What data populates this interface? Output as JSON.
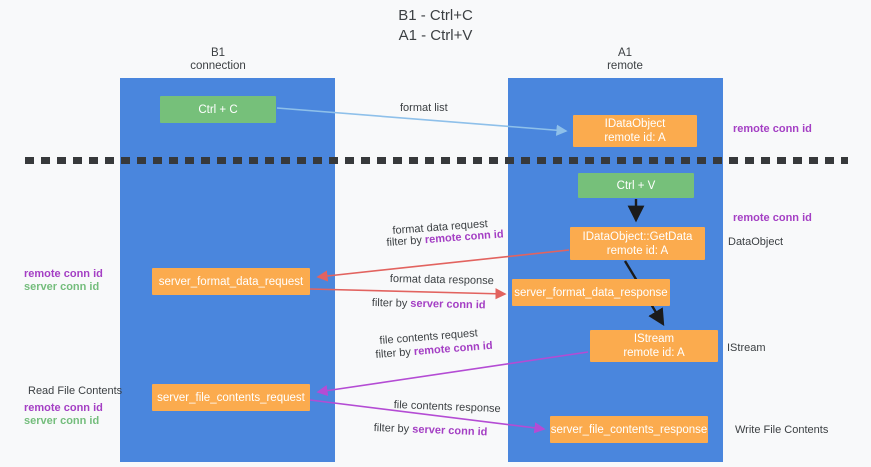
{
  "title": "B1 - Ctrl+C\nA1 - Ctrl+V",
  "columns": {
    "left": {
      "header": "B1\nconnection"
    },
    "right": {
      "header": "A1\nremote"
    }
  },
  "nodes": {
    "ctrl_c": "Ctrl + C",
    "idataobject": "IDataObject\nremote id: A",
    "ctrl_v": "Ctrl + V",
    "getdata": "IDataObject::GetData\nremote id: A",
    "server_format_data_request": "server_format_data_request",
    "server_format_data_response": "server_format_data_response",
    "istream": "IStream\nremote id: A",
    "server_file_contents_request": "server_file_contents_request",
    "server_file_contents_response": "server_file_contents_response"
  },
  "side_labels": {
    "remote_conn_id_top": "remote conn id",
    "remote_conn_id_mid": "remote conn id",
    "dataobject": "DataObject",
    "istream": "IStream",
    "write_file_contents": "Write File Contents",
    "read_file_contents": "Read File Contents"
  },
  "legend": {
    "remote_conn_id": "remote conn id",
    "server_conn_id": "server conn id"
  },
  "edge_labels": {
    "format_list": "format list",
    "format_data_request": "format data request",
    "format_data_request_filter_prefix": "filter by ",
    "format_data_request_filter_value": "remote conn id",
    "format_data_response": "format data response",
    "format_data_response_filter_prefix": "filter by ",
    "format_data_response_filter_value": "server conn id",
    "file_contents_request": "file contents request",
    "file_contents_request_filter_prefix": "filter by ",
    "file_contents_request_filter_value": "remote conn id",
    "file_contents_response": "file contents response",
    "file_contents_response_filter_prefix": "filter by ",
    "file_contents_response_filter_value": "server conn id"
  },
  "colors": {
    "lane": "#4a86dd",
    "green_node": "#76c07a",
    "orange_node": "#fbab4e",
    "purple": "#a43fc4",
    "green_text": "#74bd7c",
    "red_arrow": "#e2635f",
    "magenta_arrow": "#b44cd4",
    "blue_arrow": "#8ec0ea",
    "black_arrow": "#1b1b1b",
    "background": "#f8f9fa"
  }
}
